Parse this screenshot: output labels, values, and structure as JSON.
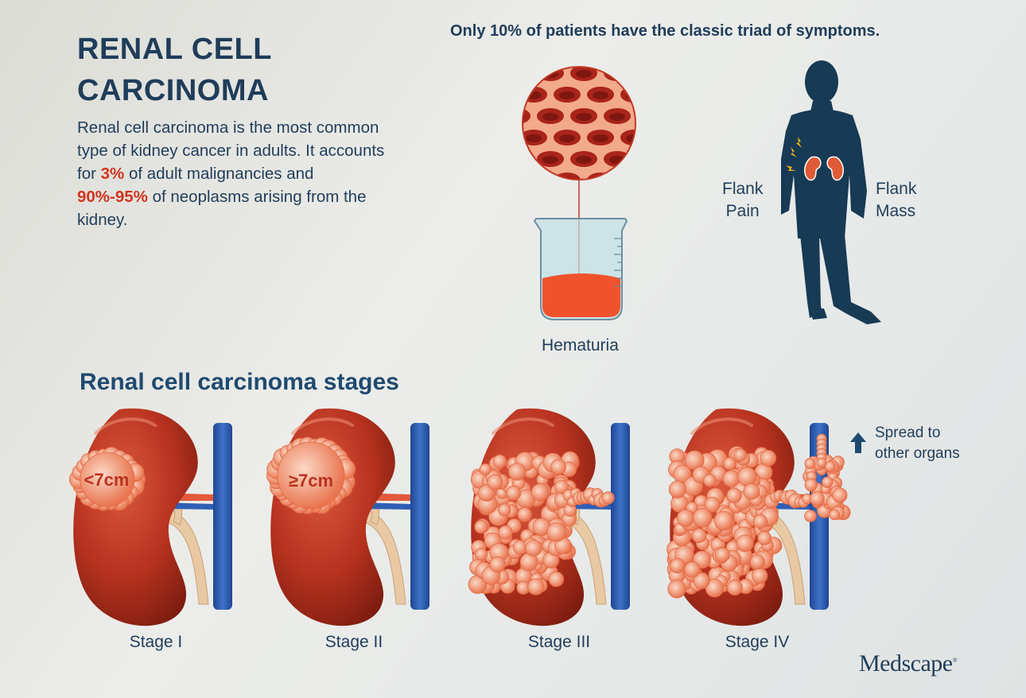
{
  "title": {
    "line1": "RENAL CELL",
    "line2": "CARCINOMA"
  },
  "intro": {
    "part1": "Renal cell carcinoma is the most common type of kidney cancer in adults. It accounts for ",
    "hl1": "3%",
    "part2": " of adult malignancies and ",
    "hl2": "90%-95%",
    "part3": " of neoplasms arising from the kidney."
  },
  "triad": {
    "heading": "Only 10% of patients have the classic triad of symptoms.",
    "hematuria": "Hematuria",
    "flank_pain": [
      "Flank",
      "Pain"
    ],
    "flank_mass": [
      "Flank",
      "Mass"
    ]
  },
  "stages": {
    "heading": "Renal cell carcinoma stages",
    "items": [
      {
        "label": "Stage I",
        "tumor_label": "<7cm"
      },
      {
        "label": "Stage II",
        "tumor_label": "≥7cm"
      },
      {
        "label": "Stage III",
        "tumor_label": ""
      },
      {
        "label": "Stage IV",
        "tumor_label": ""
      }
    ],
    "spread": [
      "Spread to",
      "other organs"
    ]
  },
  "logo": "Medscape",
  "colors": {
    "navy": "#1f3d5a",
    "highlight": "#d2331f",
    "kidney": "#b8331f",
    "vein": "#2f5fb5",
    "tumor": "#f6b08c"
  },
  "icons": [
    "beaker-icon",
    "blood-cells-icon",
    "man-silhouette-icon",
    "kidney-icon",
    "arrow-up-icon",
    "vein-icon"
  ]
}
